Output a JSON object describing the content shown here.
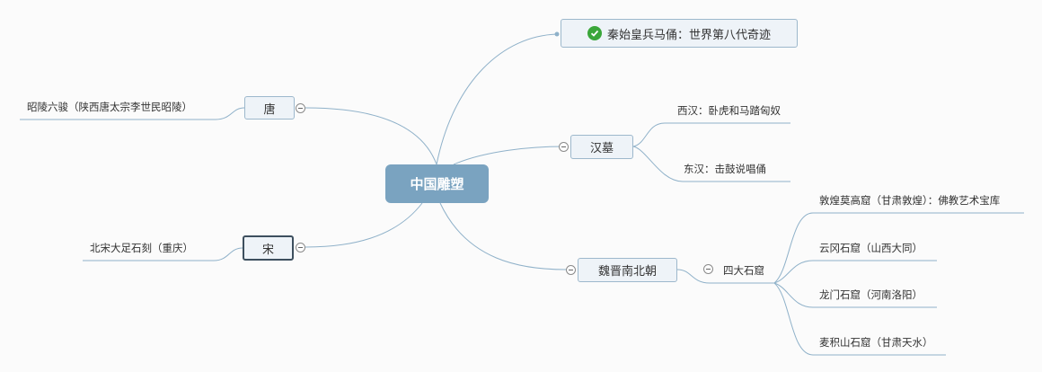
{
  "central": {
    "label": "中国雕塑"
  },
  "topics": {
    "qin": "秦始皇兵马俑：世界第八代奇迹",
    "han": "汉墓",
    "wei": "魏晋南北朝",
    "tang": "唐",
    "song": "宋"
  },
  "leaves": {
    "han_west": "西汉：卧虎和马踏匈奴",
    "han_east": "东汉：击鼓说唱俑",
    "si_da": "四大石窟",
    "dunhuang": "敦煌莫高窟（甘肃敦煌）：佛教艺术宝库",
    "yungang": "云冈石窟（山西大同）",
    "longmen": "龙门石窟（河南洛阳）",
    "maiji": "麦积山石窟（甘肃天水）",
    "tang_leaf": "昭陵六骏（陕西唐太宗李世民昭陵）",
    "song_leaf": "北宋大足石刻（重庆）"
  },
  "icons": {
    "qin_marker": "check-circle-icon"
  },
  "colors": {
    "central_bg": "#7aa3c0",
    "line": "#8fb1c9",
    "check": "#3aa63a"
  }
}
